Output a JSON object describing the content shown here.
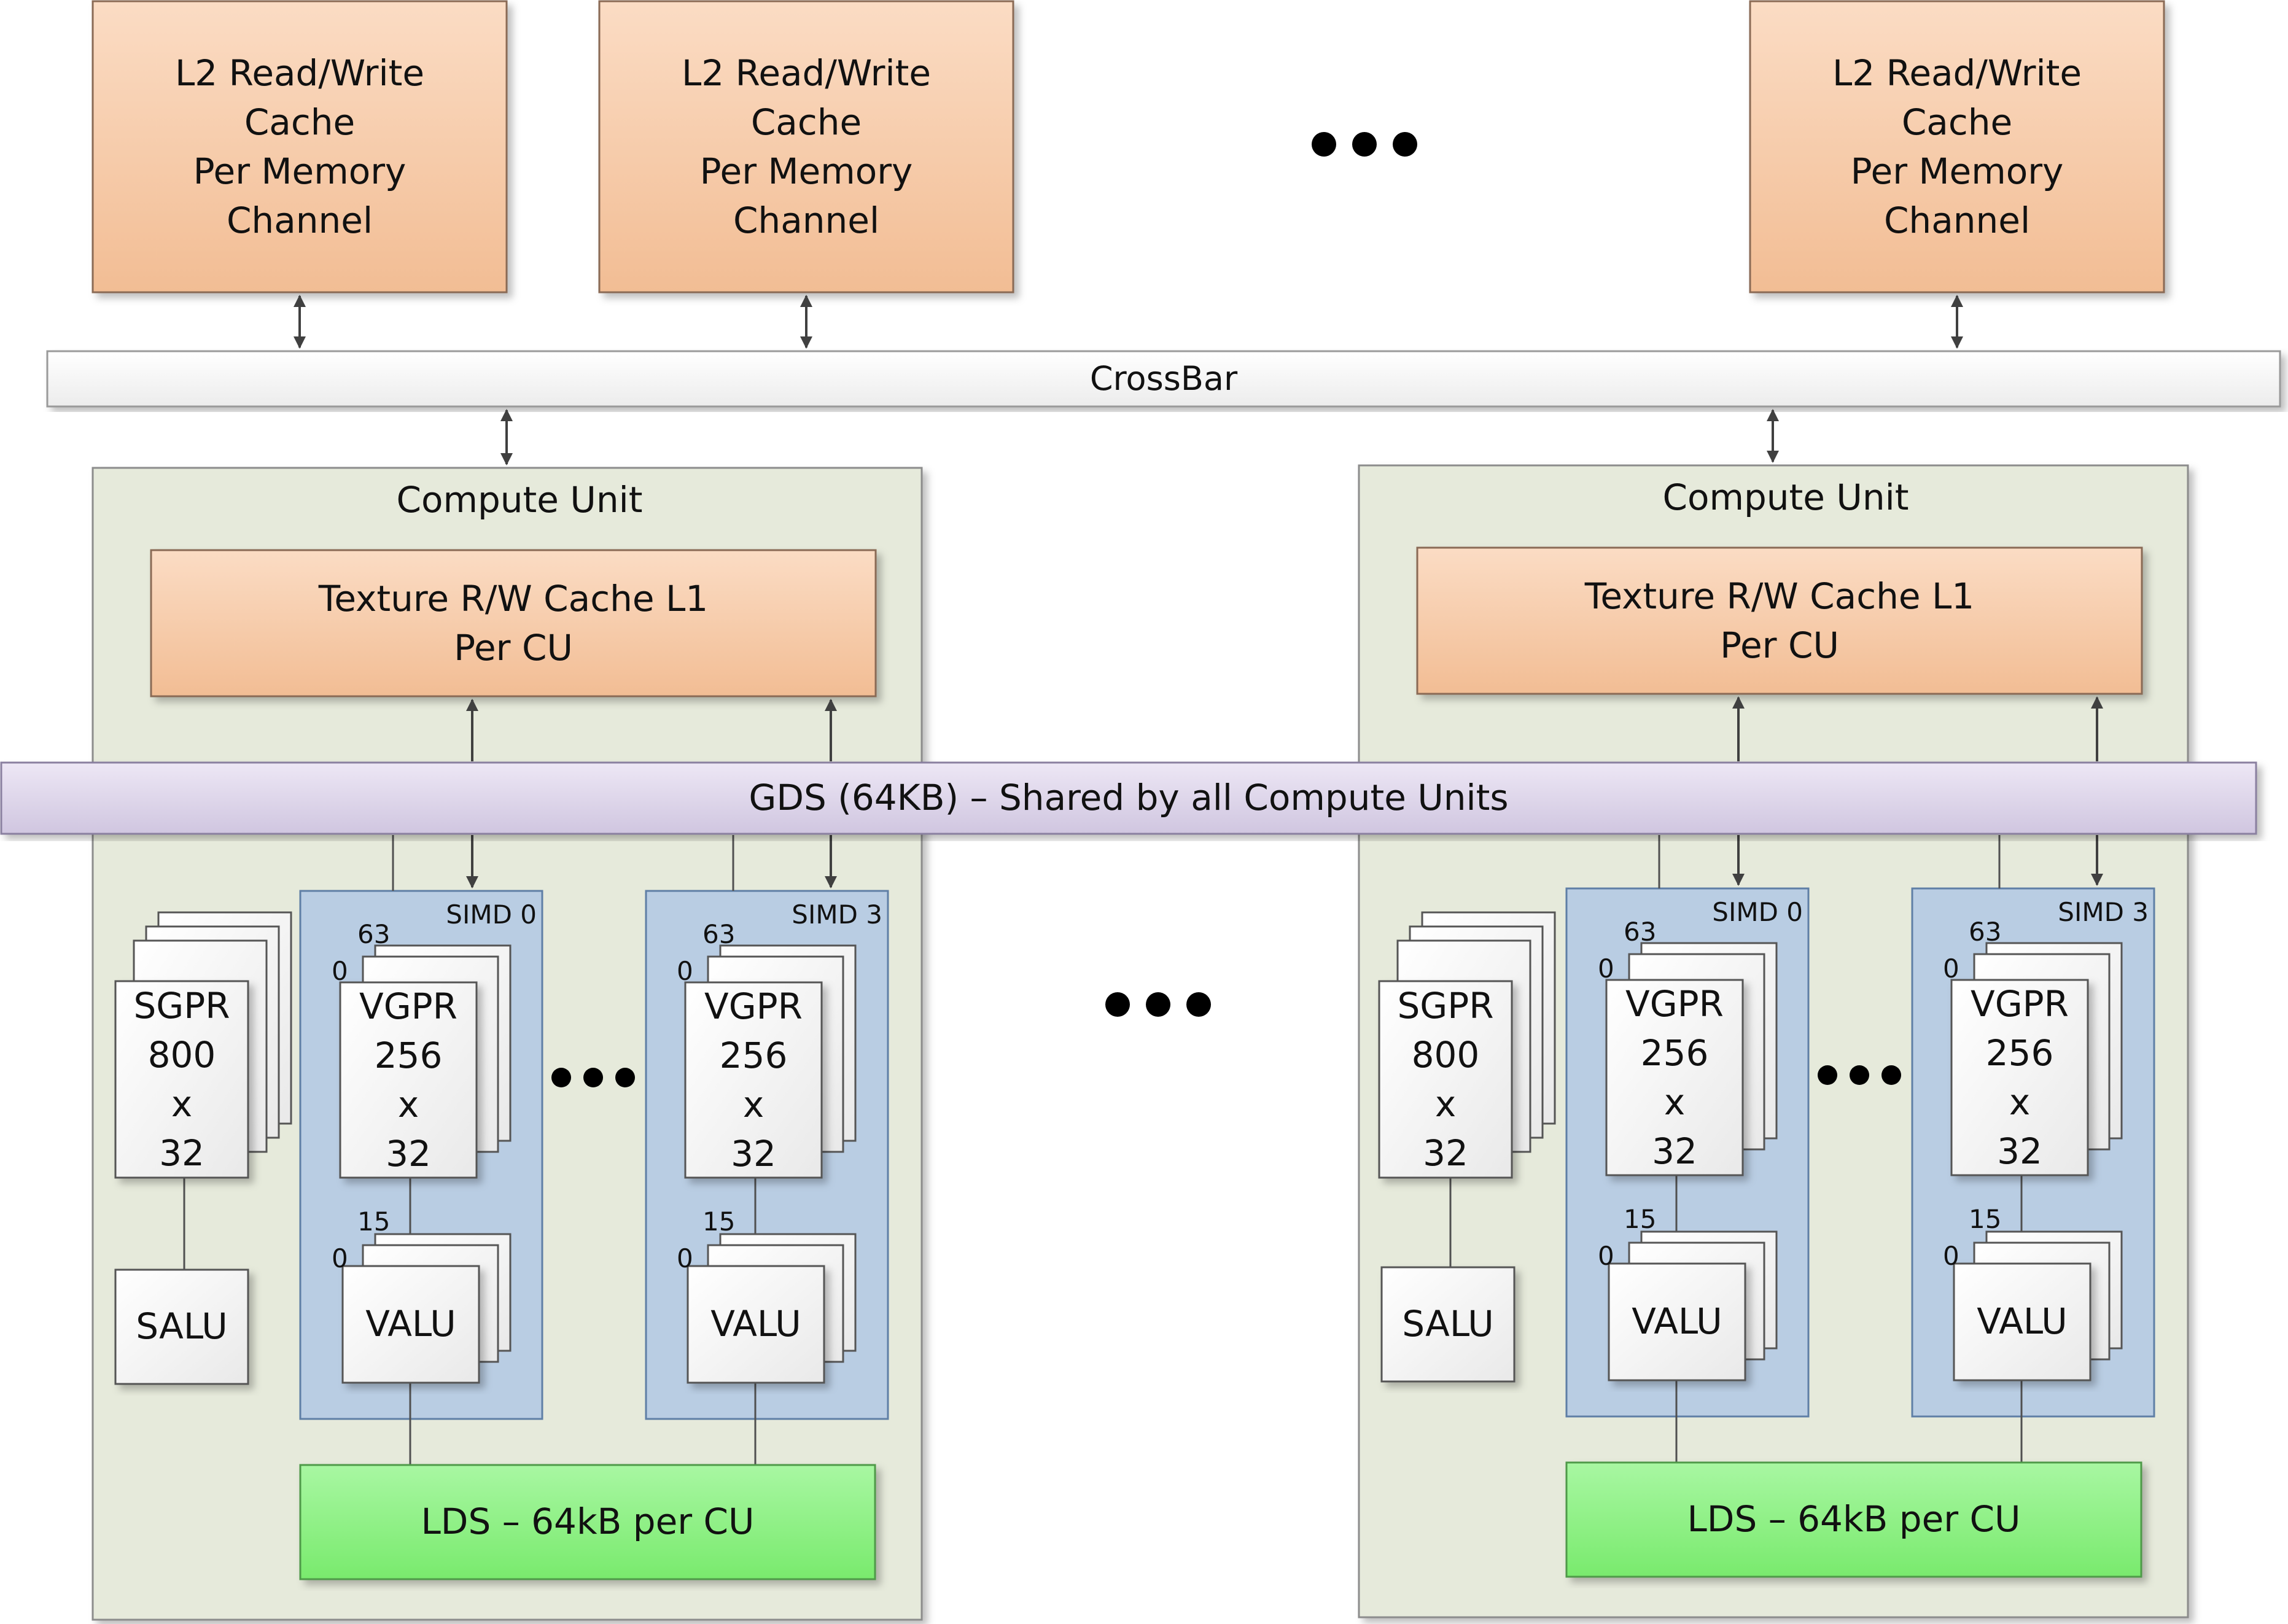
{
  "colors": {
    "l2_fill_top": "#fbdcc4",
    "l2_fill_bottom": "#f2bd94",
    "l2_stroke": "#8a6a55",
    "crossbar_fill": "#f7f7f7",
    "cu_fill": "#e6eadb",
    "cu_stroke": "#8c8c8c",
    "gds_fill_top": "#ece6f4",
    "gds_fill_bottom": "#d2c8e2",
    "simd_fill": "#b9cde3",
    "simd_stroke": "#5f7fa6",
    "reg_fill": "#ffffff",
    "lds_fill_top": "#a6f6a0",
    "lds_fill_bottom": "#7cec70",
    "arrow": "#404040"
  },
  "l2_caches": [
    {
      "label": "L2 Read/Write\nCache\nPer Memory\nChannel"
    },
    {
      "label": "L2 Read/Write\nCache\nPer Memory\nChannel"
    },
    {
      "label": "L2 Read/Write\nCache\nPer Memory\nChannel"
    }
  ],
  "crossbar": {
    "label": "CrossBar"
  },
  "gds": {
    "label": "GDS (64KB) – Shared by all Compute Units"
  },
  "compute_units": [
    {
      "title": "Compute Unit",
      "texture_cache": "Texture R/W Cache L1\nPer CU",
      "sgpr": {
        "label": "SGPR\n800\nx\n32"
      },
      "salu": "SALU",
      "simds": [
        {
          "label": "SIMD 0",
          "vgpr": "VGPR\n256\nx\n32",
          "vgpr_top_index": "63",
          "vgpr_bottom_index": "0",
          "valu": "VALU",
          "valu_top_index": "15",
          "valu_bottom_index": "0"
        },
        {
          "label": "SIMD 3",
          "vgpr": "VGPR\n256\nx\n32",
          "vgpr_top_index": "63",
          "vgpr_bottom_index": "0",
          "valu": "VALU",
          "valu_top_index": "15",
          "valu_bottom_index": "0"
        }
      ],
      "lds": "LDS – 64kB per CU"
    },
    {
      "title": "Compute Unit",
      "texture_cache": "Texture R/W Cache L1\nPer CU",
      "sgpr": {
        "label": "SGPR\n800\nx\n32"
      },
      "salu": "SALU",
      "simds": [
        {
          "label": "SIMD 0",
          "vgpr": "VGPR\n256\nx\n32",
          "vgpr_top_index": "63",
          "vgpr_bottom_index": "0",
          "valu": "VALU",
          "valu_top_index": "15",
          "valu_bottom_index": "0"
        },
        {
          "label": "SIMD 3",
          "vgpr": "VGPR\n256\nx\n32",
          "vgpr_top_index": "63",
          "vgpr_bottom_index": "0",
          "valu": "VALU",
          "valu_top_index": "15",
          "valu_bottom_index": "0"
        }
      ],
      "lds": "LDS – 64kB per CU"
    }
  ]
}
